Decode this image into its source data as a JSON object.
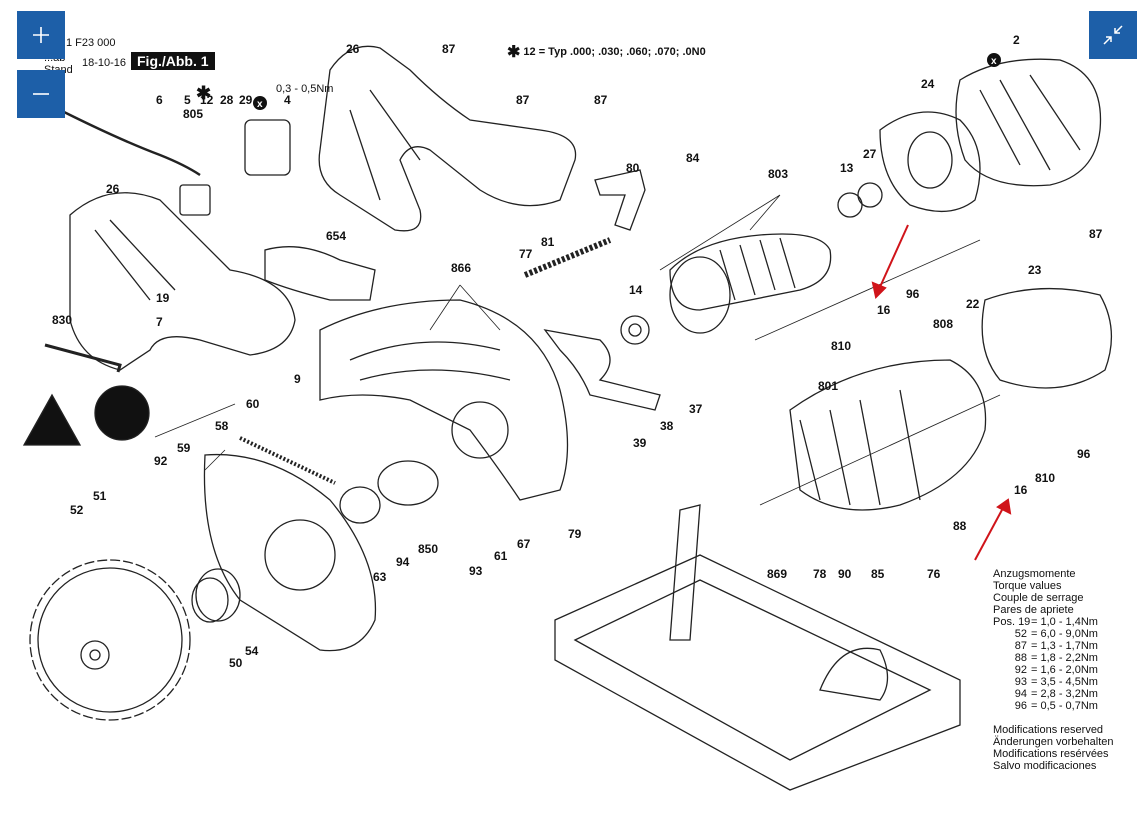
{
  "header": {
    "doc_number": "1 F23 000",
    "date_label_1": "...ab",
    "date_label_2": "Stand",
    "date_value": "18-10-16",
    "fig_label": "Fig./Abb. 1"
  },
  "typ_note": {
    "star": "✱",
    "text": "12 = Typ .000; .030; .060; .070; .0N0"
  },
  "torque_annotation": "0,3 - 0,5Nm",
  "zoom": {
    "zoom_in_label": "+",
    "zoom_out_label": "−",
    "fit_label": "collapse"
  },
  "parts": [
    "26",
    "87",
    "87",
    "87",
    "2",
    "6",
    "5",
    "12",
    "28",
    "29",
    "4",
    "805",
    "24",
    "80",
    "84",
    "803",
    "13",
    "27",
    "26",
    "654",
    "866",
    "77",
    "81",
    "14",
    "96",
    "19",
    "7",
    "830",
    "16",
    "808",
    "22",
    "23",
    "810",
    "801",
    "9",
    "60",
    "58",
    "39",
    "38",
    "37",
    "92",
    "59",
    "52",
    "51",
    "63",
    "94",
    "850",
    "93",
    "61",
    "67",
    "79",
    "88",
    "810",
    "16",
    "96",
    "869",
    "78",
    "90",
    "85",
    "76",
    "50",
    "54",
    "87"
  ],
  "torque": {
    "title_lines": [
      "Anzugsmomente",
      "Torque values",
      "Couple de serrage",
      "Pares de apriete"
    ],
    "rows": [
      {
        "pos": "Pos. 19",
        "value": "= 1,0 - 1,4Nm"
      },
      {
        "pos": "52",
        "value": "= 6,0 - 9,0Nm"
      },
      {
        "pos": "87",
        "value": "= 1,3 - 1,7Nm"
      },
      {
        "pos": "88",
        "value": "= 1,8 - 2,2Nm"
      },
      {
        "pos": "92",
        "value": "= 1,6 - 2,0Nm"
      },
      {
        "pos": "93",
        "value": "= 3,5 - 4,5Nm"
      },
      {
        "pos": "94",
        "value": "= 2,8 - 3,2Nm"
      },
      {
        "pos": "96",
        "value": "= 0,5 - 0,7Nm"
      }
    ]
  },
  "modifications": [
    "Modifications reserved",
    "Änderungen vorbehalten",
    "Modifications resérvées",
    "Salvo modificaciones"
  ],
  "marker_x": "x",
  "colors": {
    "button_blue": "#1d5fa8",
    "arrow_red": "#d0141a",
    "ink": "#111111"
  }
}
